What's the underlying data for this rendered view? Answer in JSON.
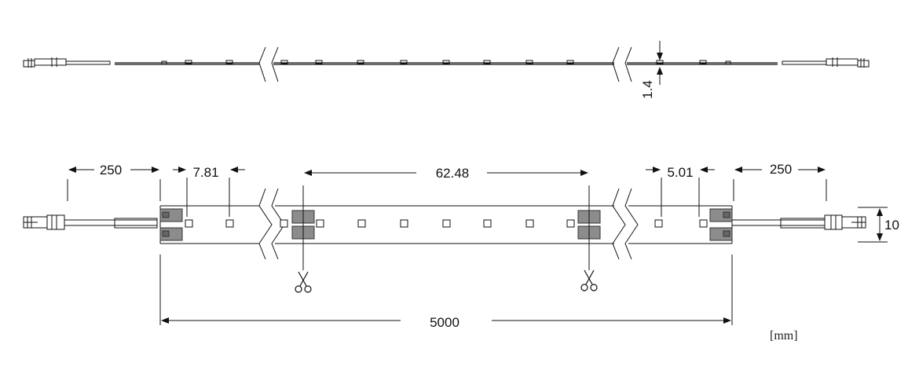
{
  "diagram": {
    "side_view": {
      "thickness_label": "1.4"
    },
    "top_view": {
      "dimensions": {
        "lead_left": "250",
        "first_led_offset": "7.81",
        "cut_pitch": "62.48",
        "last_led_offset": "5.01",
        "lead_right": "250",
        "strip_width": "10",
        "total_length": "5000"
      }
    },
    "unit_label": "[mm]",
    "icons": {
      "cut_mark": "scissors-icon",
      "connector": "connector-icon"
    }
  }
}
